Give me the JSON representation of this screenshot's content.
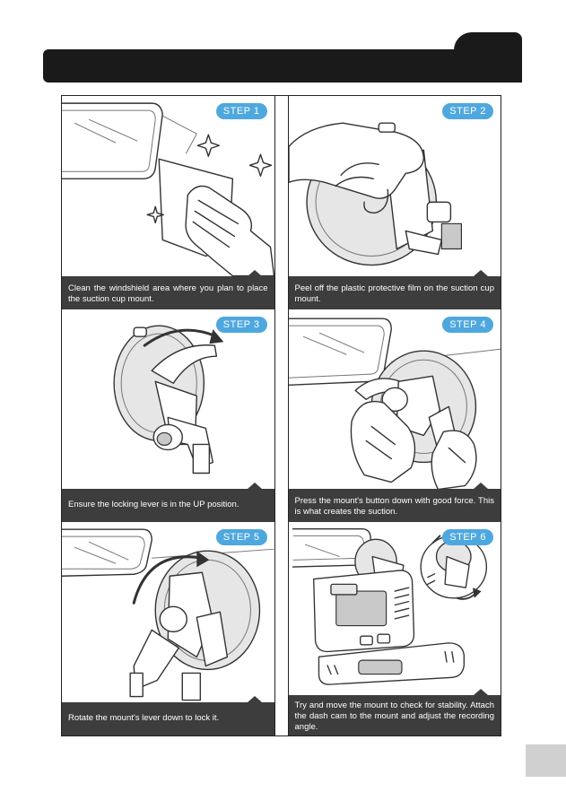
{
  "steps": [
    {
      "badge": "STEP 1",
      "caption": "Clean the windshield area where you plan to place the suction cup mount."
    },
    {
      "badge": "STEP 2",
      "caption": "Peel off the plastic protective film on the suction cup mount."
    },
    {
      "badge": "STEP 3",
      "caption": "Ensure the locking lever is in the UP position."
    },
    {
      "badge": "STEP 4",
      "caption": "Press the mount's button down with good force. This is what creates the suction."
    },
    {
      "badge": "STEP 5",
      "caption": "Rotate the mount's lever down to lock it."
    },
    {
      "badge": "STEP 6",
      "caption": "Try and move the mount to check for stability. Attach the dash cam to the mount and adjust the recording angle."
    }
  ],
  "colors": {
    "badge": "#4ea8de",
    "caption_bg": "#3d3d3d",
    "header": "#1a1a1a"
  }
}
